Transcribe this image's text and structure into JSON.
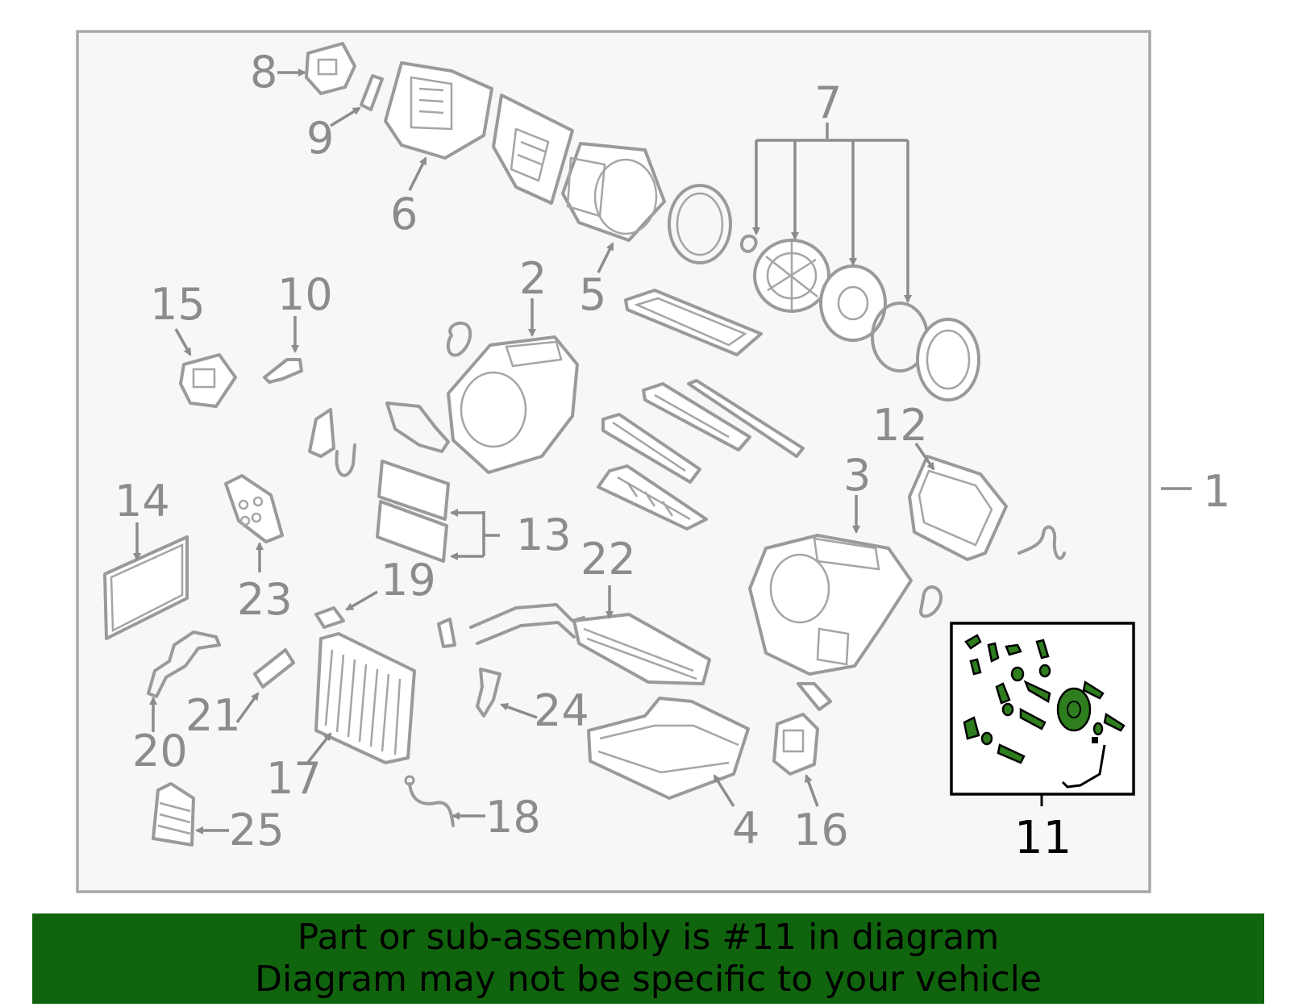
{
  "labels": {
    "l1": "1",
    "l2": "2",
    "l3": "3",
    "l4": "4",
    "l5": "5",
    "l6": "6",
    "l7": "7",
    "l8": "8",
    "l9": "9",
    "l10": "10",
    "l11": "11",
    "l12": "12",
    "l13": "13",
    "l14": "14",
    "l15": "15",
    "l16": "16",
    "l17": "17",
    "l18": "18",
    "l19": "19",
    "l20": "20",
    "l21": "21",
    "l22": "22",
    "l23": "23",
    "l24": "24",
    "l25": "25"
  },
  "banner": {
    "line1": "Part or sub-assembly is #11 in diagram",
    "line2": "Diagram may not be specific to your vehicle"
  },
  "colors": {
    "highlight": "#2e7d1e",
    "banner": "#11640e",
    "line_art": "#9a9a9a"
  }
}
